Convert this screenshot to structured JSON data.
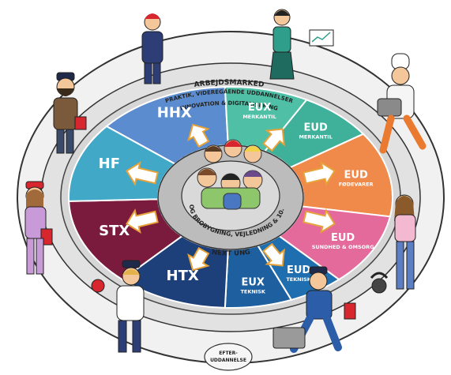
{
  "ring_labels": {
    "outer_top": "ARBEJDSMARKED",
    "middle_top": "PRAKTIK, VIDEREGÅENDE UDDANNELSER",
    "middle_top_2": "INNOVATION & DIGITALISERING",
    "next_ung": "NEXT UNG",
    "bottom_badge_1": "EFTER-",
    "bottom_badge_2": "UDDANNELSE"
  },
  "segments": [
    {
      "key": "hhx",
      "label": "HHX",
      "color": "#5b8ccf"
    },
    {
      "key": "eux_merkantil",
      "label": "EUX",
      "sub": "MERKANTIL",
      "color": "#4fbfa6"
    },
    {
      "key": "eud_merkantil",
      "label": "EUD",
      "sub": "MERKANTIL",
      "color": "#3fb09a"
    },
    {
      "key": "eud_foedevarer",
      "label": "EUD",
      "sub": "FØDEVARER",
      "color": "#f08a4b"
    },
    {
      "key": "eud_sundhed",
      "label": "EUD",
      "sub": "SUNDHED & OMSORG",
      "color": "#e46a9c"
    },
    {
      "key": "eud_teknisk",
      "label": "EUD",
      "sub": "TEKNISK",
      "color": "#1f6fb0"
    },
    {
      "key": "eux_teknisk",
      "label": "EUX",
      "sub": "TEKNISK",
      "color": "#1e5fa0"
    },
    {
      "key": "htx",
      "label": "HTX",
      "color": "#1d3f7a"
    },
    {
      "key": "stx",
      "label": "STX",
      "color": "#7a1a3c"
    },
    {
      "key": "hf",
      "label": "HF",
      "color": "#41a9c7"
    }
  ],
  "center": {
    "text_1": "INTRO OG BROBYGNING, VEJLEDNING & 10. KLASSE"
  },
  "colors": {
    "outer_ring": "#ececec",
    "mid_ring": "#d9d9d9",
    "inner_ring": "#c8c8c8",
    "arrow_fill": "#ffffff",
    "arrow_edge": "#e7a23a"
  }
}
